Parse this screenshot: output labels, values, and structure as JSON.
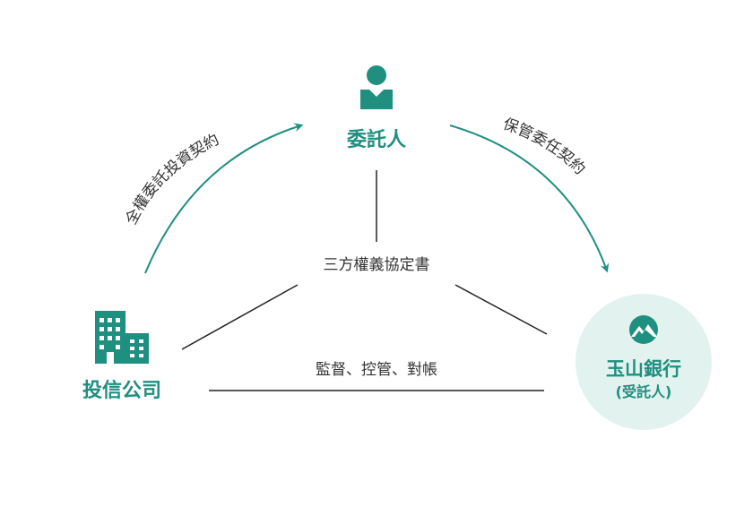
{
  "colors": {
    "teal": "#1f8f80",
    "bank_circle": "#e2f2ef",
    "line": "#222222",
    "text": "#333333"
  },
  "nodes": {
    "settlor": {
      "label": "委託人",
      "icon": "person-icon"
    },
    "fund_company": {
      "label": "投信公司",
      "icon": "building-icon"
    },
    "bank": {
      "label": "玉山銀行",
      "sublabel": "(受託人)",
      "icon": "mountain-logo-icon"
    }
  },
  "relations": {
    "left_arrow": "全權委託投資契約",
    "right_arrow": "保管委任契約",
    "center": "三方權義協定書",
    "bottom": "監督、控管、對帳"
  }
}
